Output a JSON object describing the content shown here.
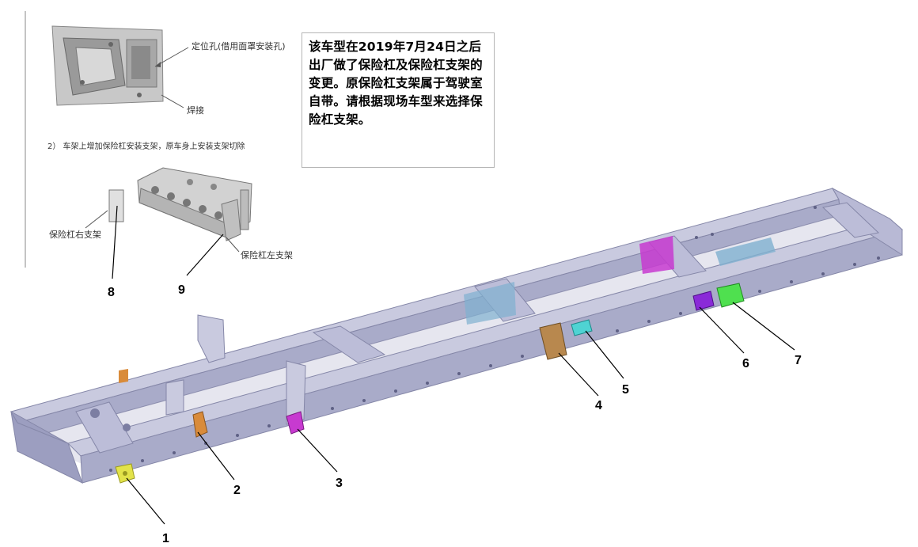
{
  "note_text": "该车型在2019年7月24日之后出厂做了保险杠及保险杠支架的变更。原保险杠支架属于驾驶室自带。请根据现场车型来选择保险杠支架。",
  "inset": {
    "top_label_hole": "定位孔(借用面罩安装孔)",
    "top_label_weld": "焊接",
    "step_text": "2） 车架上增加保险杠安装支架，原车身上安装支架切除",
    "right_bracket": "保险杠右支架",
    "left_bracket": "保险杠左支架"
  },
  "callouts": [
    "1",
    "2",
    "3",
    "4",
    "5",
    "6",
    "7",
    "8",
    "9"
  ],
  "colors": {
    "frame": "#a9abc9",
    "frame_dark": "#8587a8",
    "frame_light": "#c9cadf",
    "yellow": "#e3e34a",
    "orange": "#d98b3a",
    "magenta": "#c73ad0",
    "tan": "#b8884e",
    "cyan": "#4fd3d3",
    "purple": "#8a2ad8",
    "green": "#4fe04f",
    "steel_blue": "#7fb0d0"
  }
}
